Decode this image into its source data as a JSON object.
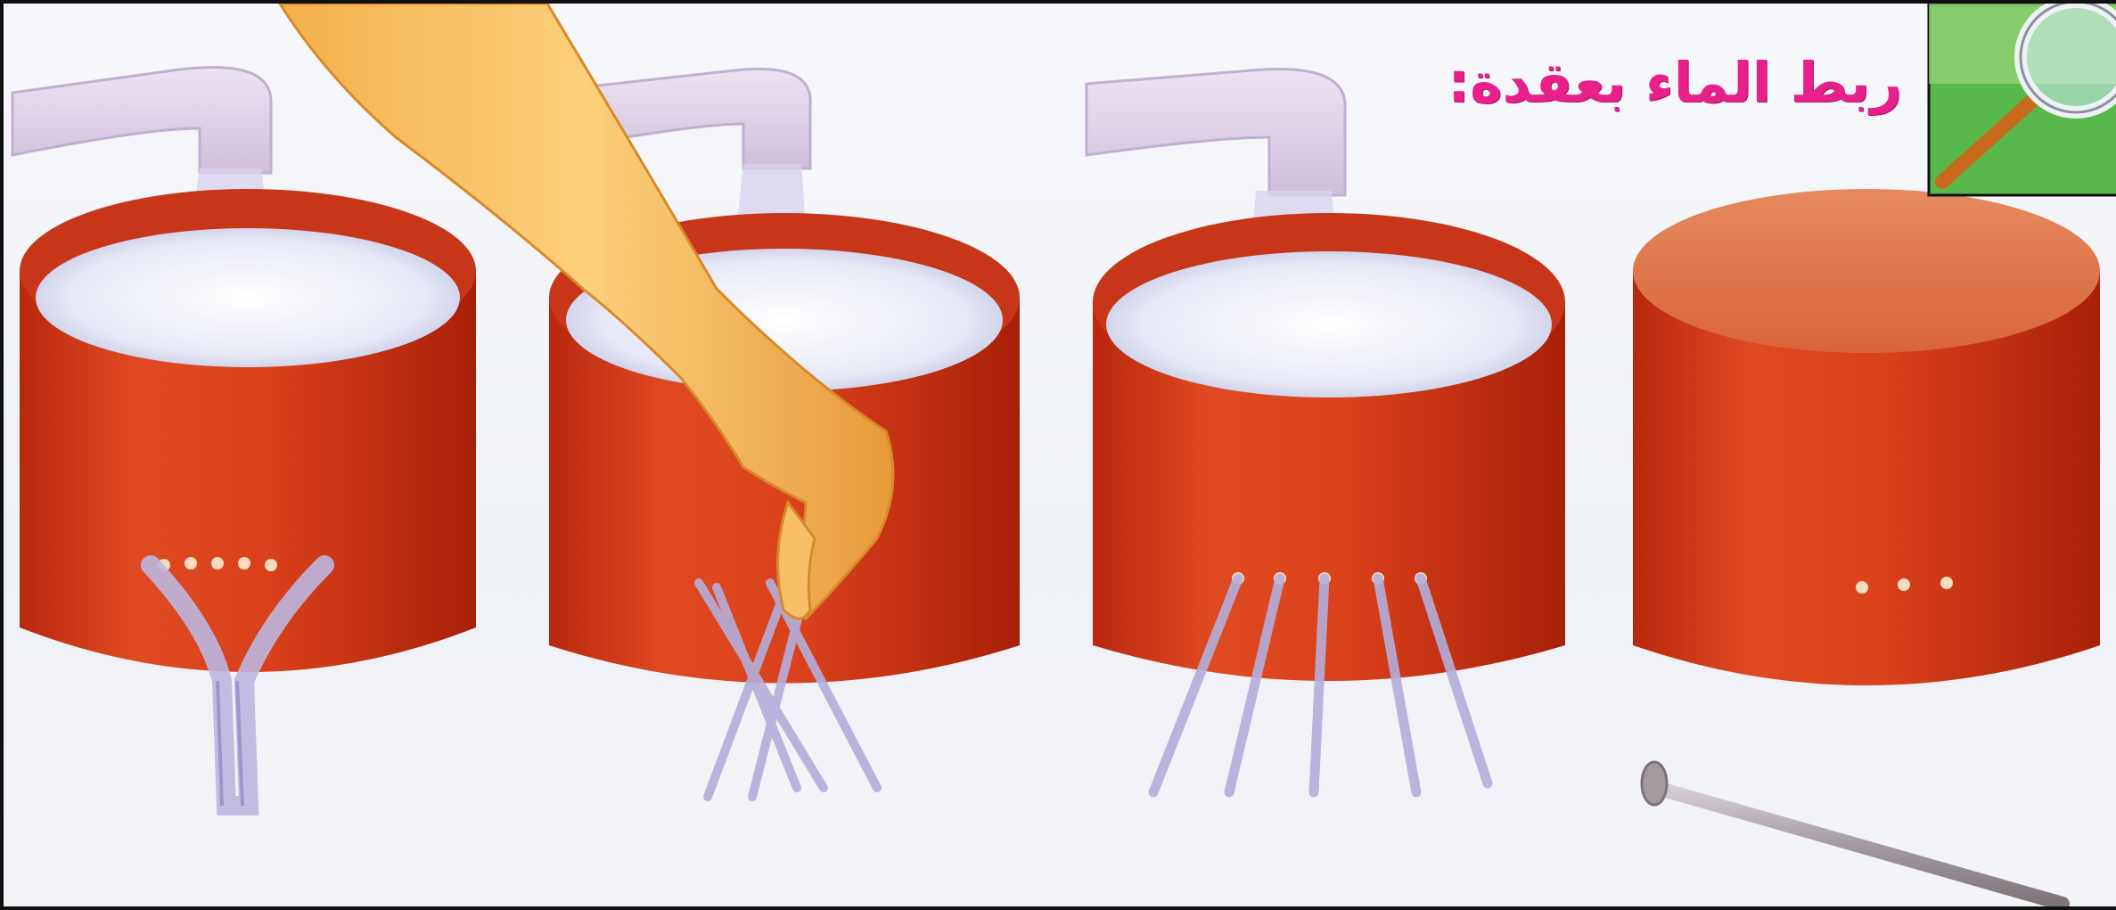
{
  "title": "ربط الماء بعقدة:",
  "icon": "magnifying-glass-icon",
  "colors": {
    "title": "#e8208a",
    "can": "#d23c1a",
    "water": "#dfe3f2",
    "streams": "#b9b4dc",
    "nail": "#a9a0a6"
  },
  "panels": [
    {
      "name": "five-streams-twisted-together"
    },
    {
      "name": "hand-pinching-streams"
    },
    {
      "name": "five-separate-streams"
    },
    {
      "name": "can-with-three-holes"
    }
  ]
}
